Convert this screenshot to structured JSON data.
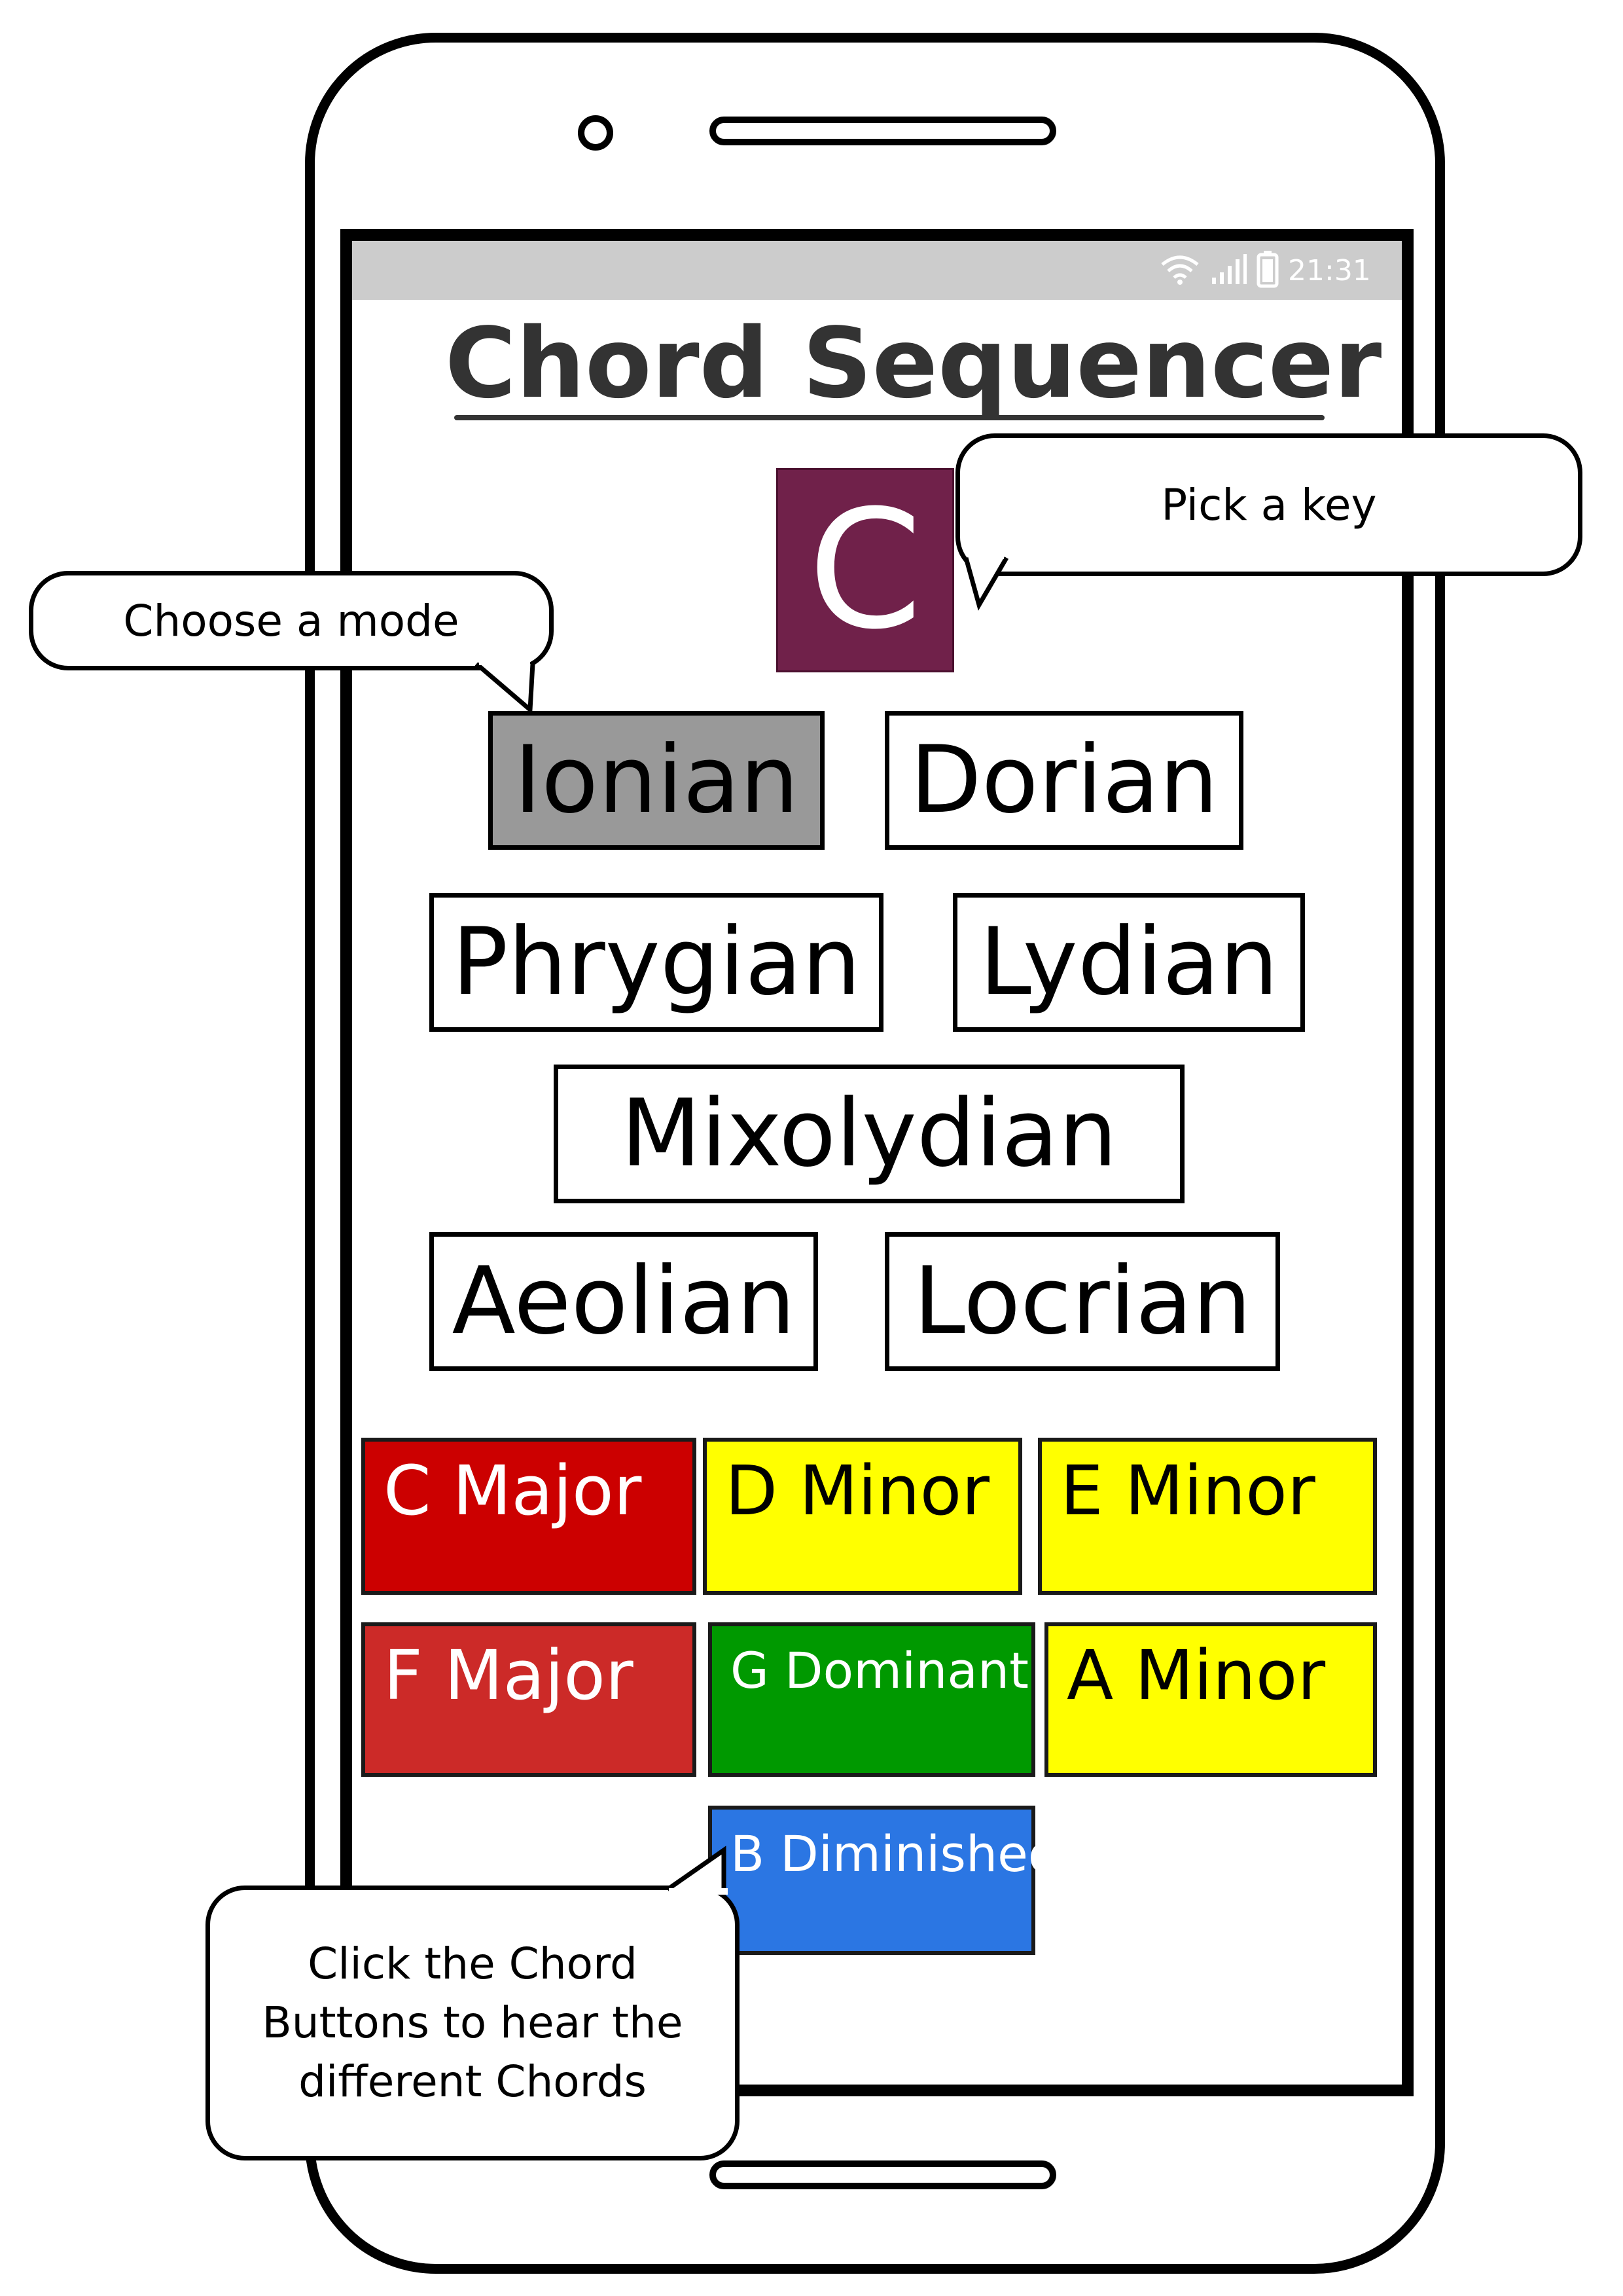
{
  "status_bar": {
    "time": "21:31"
  },
  "header": {
    "title": "Chord Sequencer"
  },
  "key_picker": {
    "selected_key": "C"
  },
  "modes": {
    "selected": "Ionian",
    "items": [
      "Ionian",
      "Dorian",
      "Phrygian",
      "Lydian",
      "Mixolydian",
      "Aeolian",
      "Locrian"
    ]
  },
  "chords": [
    {
      "label": "C Major",
      "color": "#cc0000"
    },
    {
      "label": "D Minor",
      "color": "#ffff00"
    },
    {
      "label": "E Minor",
      "color": "#ffff00"
    },
    {
      "label": "F Major",
      "color": "#cc2a28"
    },
    {
      "label": "G Dominant",
      "color": "#009900"
    },
    {
      "label": "A Minor",
      "color": "#ffff00"
    },
    {
      "label": "B Diminished",
      "color": "#2b76e3"
    }
  ],
  "callouts": {
    "pick_key": "Pick a key",
    "choose_mode": "Choose a mode",
    "chords_hint": "Click the Chord Buttons to hear the different Chords"
  },
  "colors": {
    "key_tile": "#70214a",
    "selected_mode": "#999999",
    "status_bar": "#cccccc"
  },
  "icons": [
    "wifi-icon",
    "signal-icon",
    "battery-icon"
  ]
}
